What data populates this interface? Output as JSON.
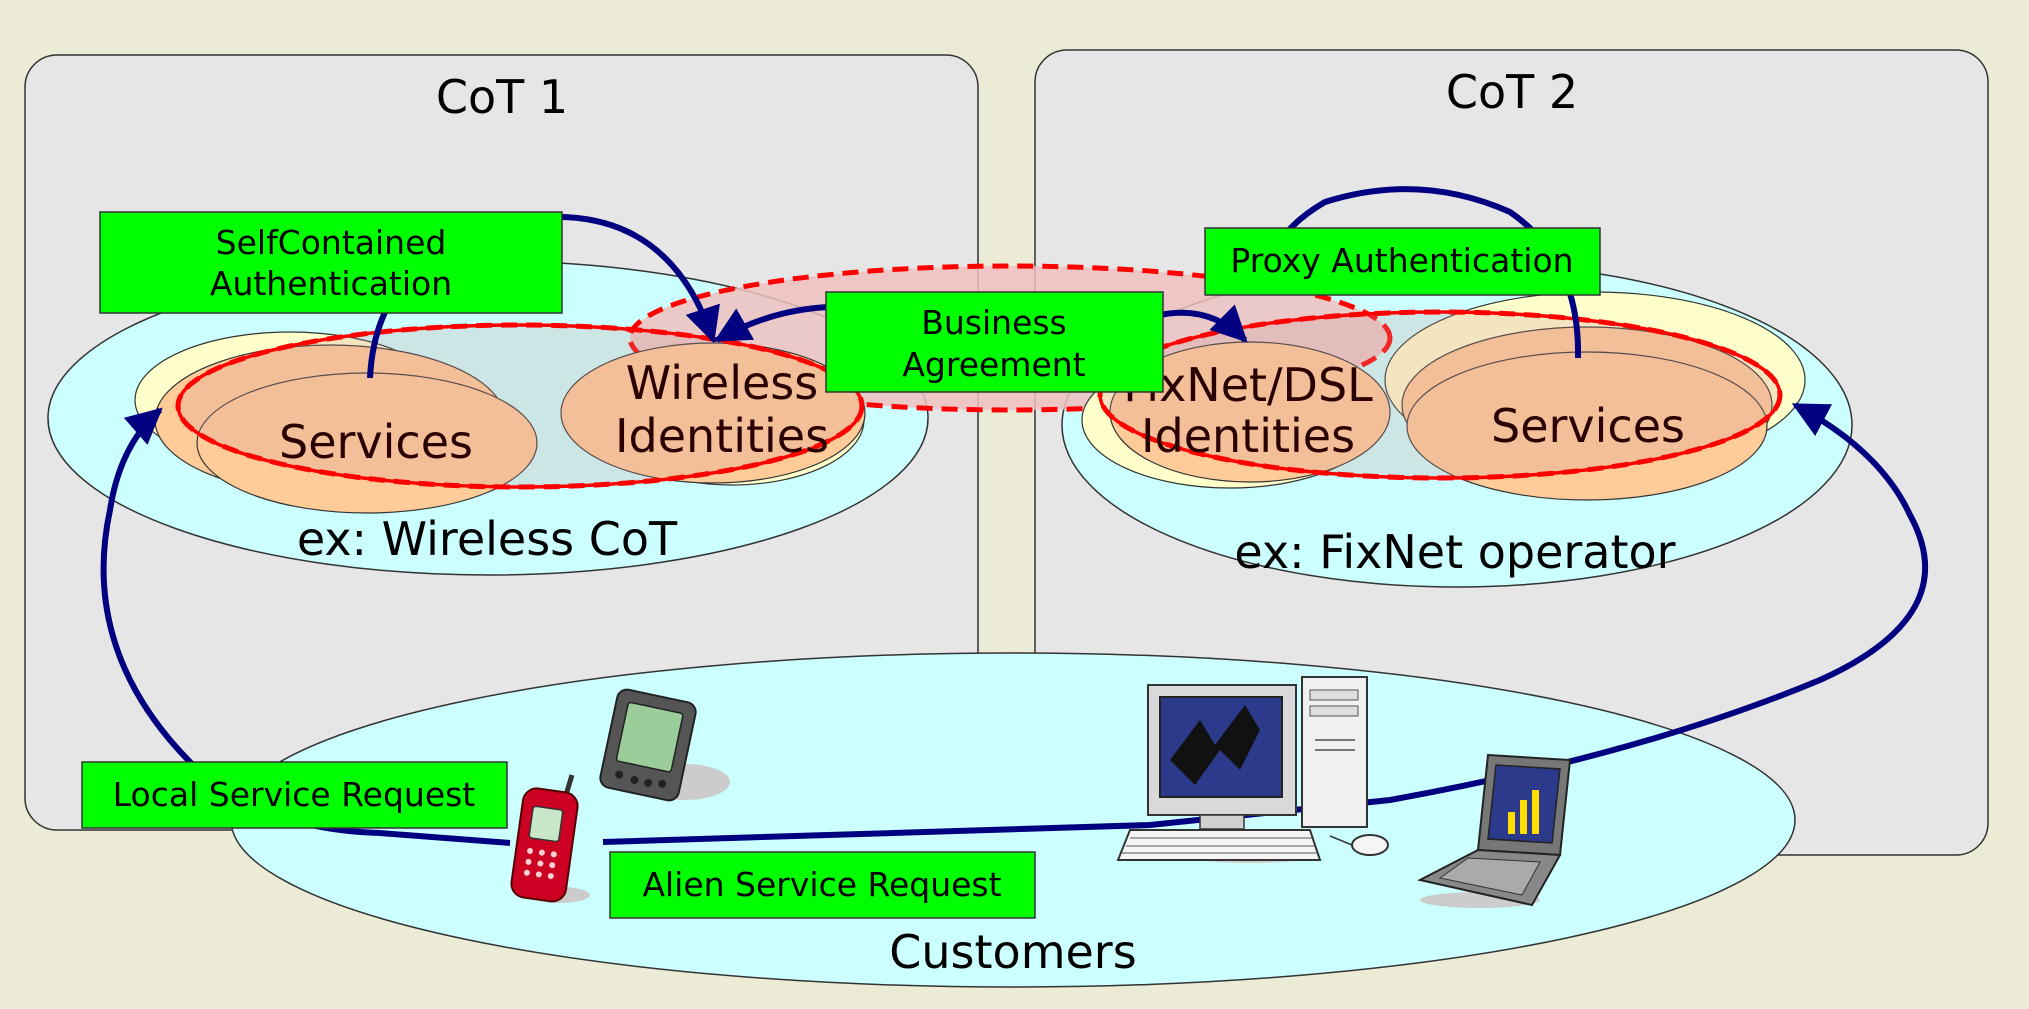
{
  "domains": {
    "cot1": {
      "title": "CoT 1",
      "example": "ex: Wireless CoT"
    },
    "cot2": {
      "title": "CoT 2",
      "example": "ex: FixNet operator"
    }
  },
  "nodes": {
    "services_left": "Services",
    "wireless_identities_line1": "Wireless",
    "wireless_identities_line2": "Identities",
    "fixnet_identities_line1": "FixNet/DSL",
    "fixnet_identities_line2": "Identities",
    "services_right": "Services",
    "customers": "Customers"
  },
  "labels": {
    "selfcontained_line1": "SelfContained",
    "selfcontained_line2": "Authentication",
    "business_line1": "Business",
    "business_line2": "Agreement",
    "proxy_auth": "Proxy Authentication",
    "local_request": "Local Service Request",
    "alien_request": "Alien Service Request"
  },
  "devices": [
    "mobile-phone",
    "pda",
    "desktop-computer",
    "laptop"
  ],
  "colors": {
    "background": "#ebebd6",
    "domain_panel": "#e6e6e6",
    "cyan_ellipse": "#ccffff",
    "yellow_ellipse": "#ffffcc",
    "peach_ellipse": "#ffcc99",
    "label_box": "#00ff00",
    "arrow": "#000080",
    "trust_ring": "#ff0000"
  }
}
